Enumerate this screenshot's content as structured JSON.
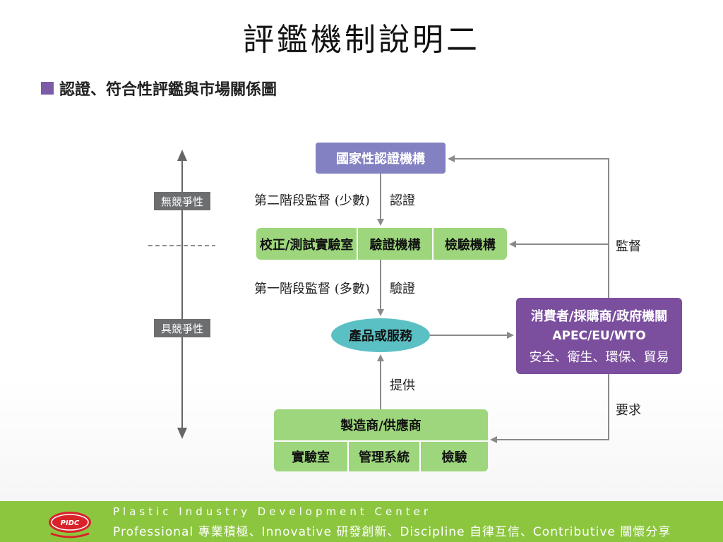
{
  "slide": {
    "title": "評鑑機制說明二",
    "subtitle": "認證、符合性評鑑與市場關係圖"
  },
  "diagram": {
    "national_body": "國家性認證機構",
    "bodies_row": [
      "校正/測試實驗室",
      "驗證機構",
      "檢驗機構"
    ],
    "product": "產品或服務",
    "consumer": {
      "line1": "消費者/採購商/政府機關",
      "line2": "APEC/EU/WTO",
      "line3": "安全、衛生、環保、貿易"
    },
    "manufacturer": {
      "title": "製造商/供應商",
      "items": [
        "實驗室",
        "管理系統",
        "檢驗"
      ]
    },
    "labels": {
      "second_stage": "第二階段監督 (少數)",
      "accreditation": "認證",
      "first_stage": "第一階段監督 (多數)",
      "verification": "驗證",
      "supply": "提供",
      "supervise": "監督",
      "require": "要求"
    },
    "scale": {
      "no_competition": "無競爭性",
      "competition": "具競爭性"
    }
  },
  "footer": {
    "org_name": "Plastic Industry Development Center",
    "motto": "Professional 專業積極、Innovative 研發創新、Discipline 自律互信、Contributive 關懷分享",
    "logo_text": "PIDC"
  },
  "colors": {
    "national": "#8381c1",
    "green": "#9dd67c",
    "teal": "#5bc0c4",
    "purple": "#7b4f9e",
    "footer": "#8cc63f",
    "tag": "#6d6e70"
  }
}
